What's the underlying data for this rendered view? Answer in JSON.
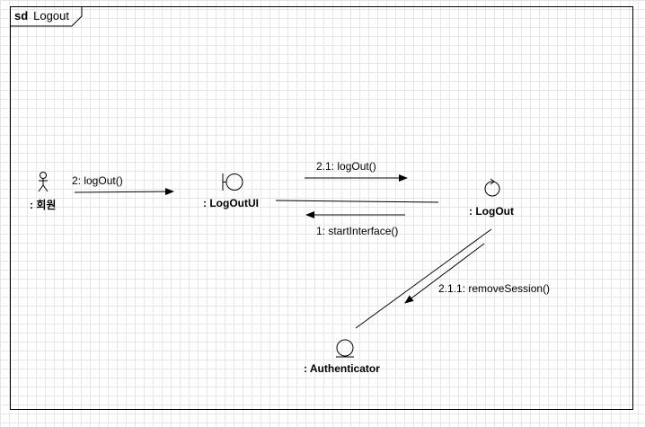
{
  "frame": {
    "keyword": "sd",
    "name": "Logout"
  },
  "participants": {
    "member": {
      "name": ": 회원",
      "kind": "actor"
    },
    "logout_ui": {
      "name": ": LogOutUI",
      "kind": "boundary"
    },
    "logout": {
      "name": ": LogOut",
      "kind": "control"
    },
    "authenticator": {
      "name": ": Authenticator",
      "kind": "entity"
    }
  },
  "messages": {
    "m1": "1: startInterface()",
    "m2": "2: logOut()",
    "m21": "2.1: logOut()",
    "m211": "2.1.1: removeSession()"
  }
}
